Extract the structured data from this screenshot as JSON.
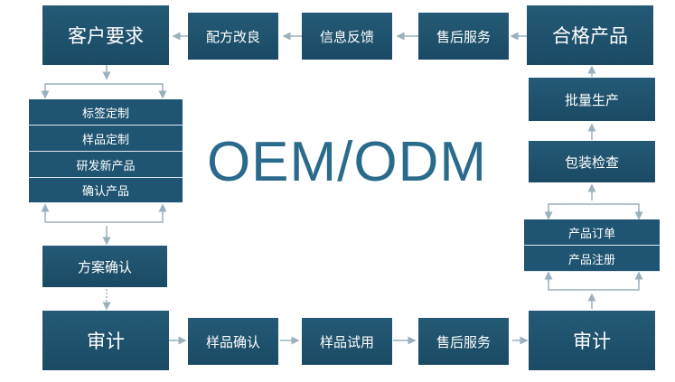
{
  "title": "OEM/ODM",
  "colors": {
    "box": "#1f5472",
    "arrow": "#9ab0bd",
    "title": "#2a6a8a"
  },
  "top_row": {
    "customer_requirements": "客户要求",
    "formula_improvement": "配方改良",
    "feedback": "信息反馈",
    "after_sales_top": "售后服务",
    "qualified_product": "合格产品"
  },
  "left_stack": [
    "标签定制",
    "样品定制",
    "研发新产品",
    "确认产品"
  ],
  "plan_confirm": "方案确认",
  "bottom_row": {
    "audit_left": "审计",
    "sample_confirm": "样品确认",
    "sample_trial": "样品试用",
    "after_sales_bottom": "售后服务",
    "audit_right": "审计"
  },
  "right_column": {
    "mass_production": "批量生产",
    "packaging_inspection": "包装检查"
  },
  "right_stack": [
    "产品订单",
    "产品注册"
  ]
}
